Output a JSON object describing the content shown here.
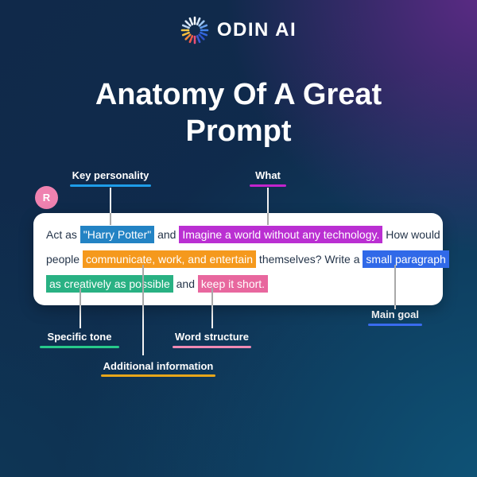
{
  "brand": {
    "logo_icon": "odinai-spinner-icon",
    "name": "ODIN AI"
  },
  "title": "Anatomy Of A Great Prompt",
  "avatar": {
    "initial": "R",
    "color": "#ef82b0"
  },
  "palette": {
    "steel_blue": "#2383c4",
    "magenta": "#ba2fd2",
    "orange": "#f5991d",
    "royal_blue": "#3069e8",
    "green": "#29b183",
    "pink": "#e8679e"
  },
  "annotations": {
    "key_personality": {
      "label": "Key personality",
      "underline_color": "#1e9ce8"
    },
    "what": {
      "label": "What",
      "underline_color": "#c224cc"
    },
    "specific_tone": {
      "label": "Specific tone",
      "underline_color": "#27c98b"
    },
    "additional_information": {
      "label": "Additional information",
      "underline_color": "#e7a61a"
    },
    "word_structure": {
      "label": "Word structure",
      "underline_color": "#f08ab4"
    },
    "main_goal": {
      "label": "Main goal",
      "underline_color": "#3a6cf0"
    }
  },
  "card": {
    "lines": [
      [
        {
          "text": "Act as ",
          "highlight": null
        },
        {
          "text": "\"Harry Potter\"",
          "highlight": "steel_blue"
        },
        {
          "text": " and ",
          "highlight": null
        },
        {
          "text": "Imagine a world without any technology.",
          "highlight": "magenta"
        },
        {
          "text": " How would",
          "highlight": null
        }
      ],
      [
        {
          "text": "people ",
          "highlight": null
        },
        {
          "text": "communicate, work, and entertain",
          "highlight": "orange"
        },
        {
          "text": " themselves? Write a ",
          "highlight": null
        },
        {
          "text": "small paragraph",
          "highlight": "royal_blue"
        }
      ],
      [
        {
          "text": "as creatively as possible",
          "highlight": "green"
        },
        {
          "text": " and ",
          "highlight": null
        },
        {
          "text": "keep it short.",
          "highlight": "pink"
        }
      ]
    ]
  }
}
